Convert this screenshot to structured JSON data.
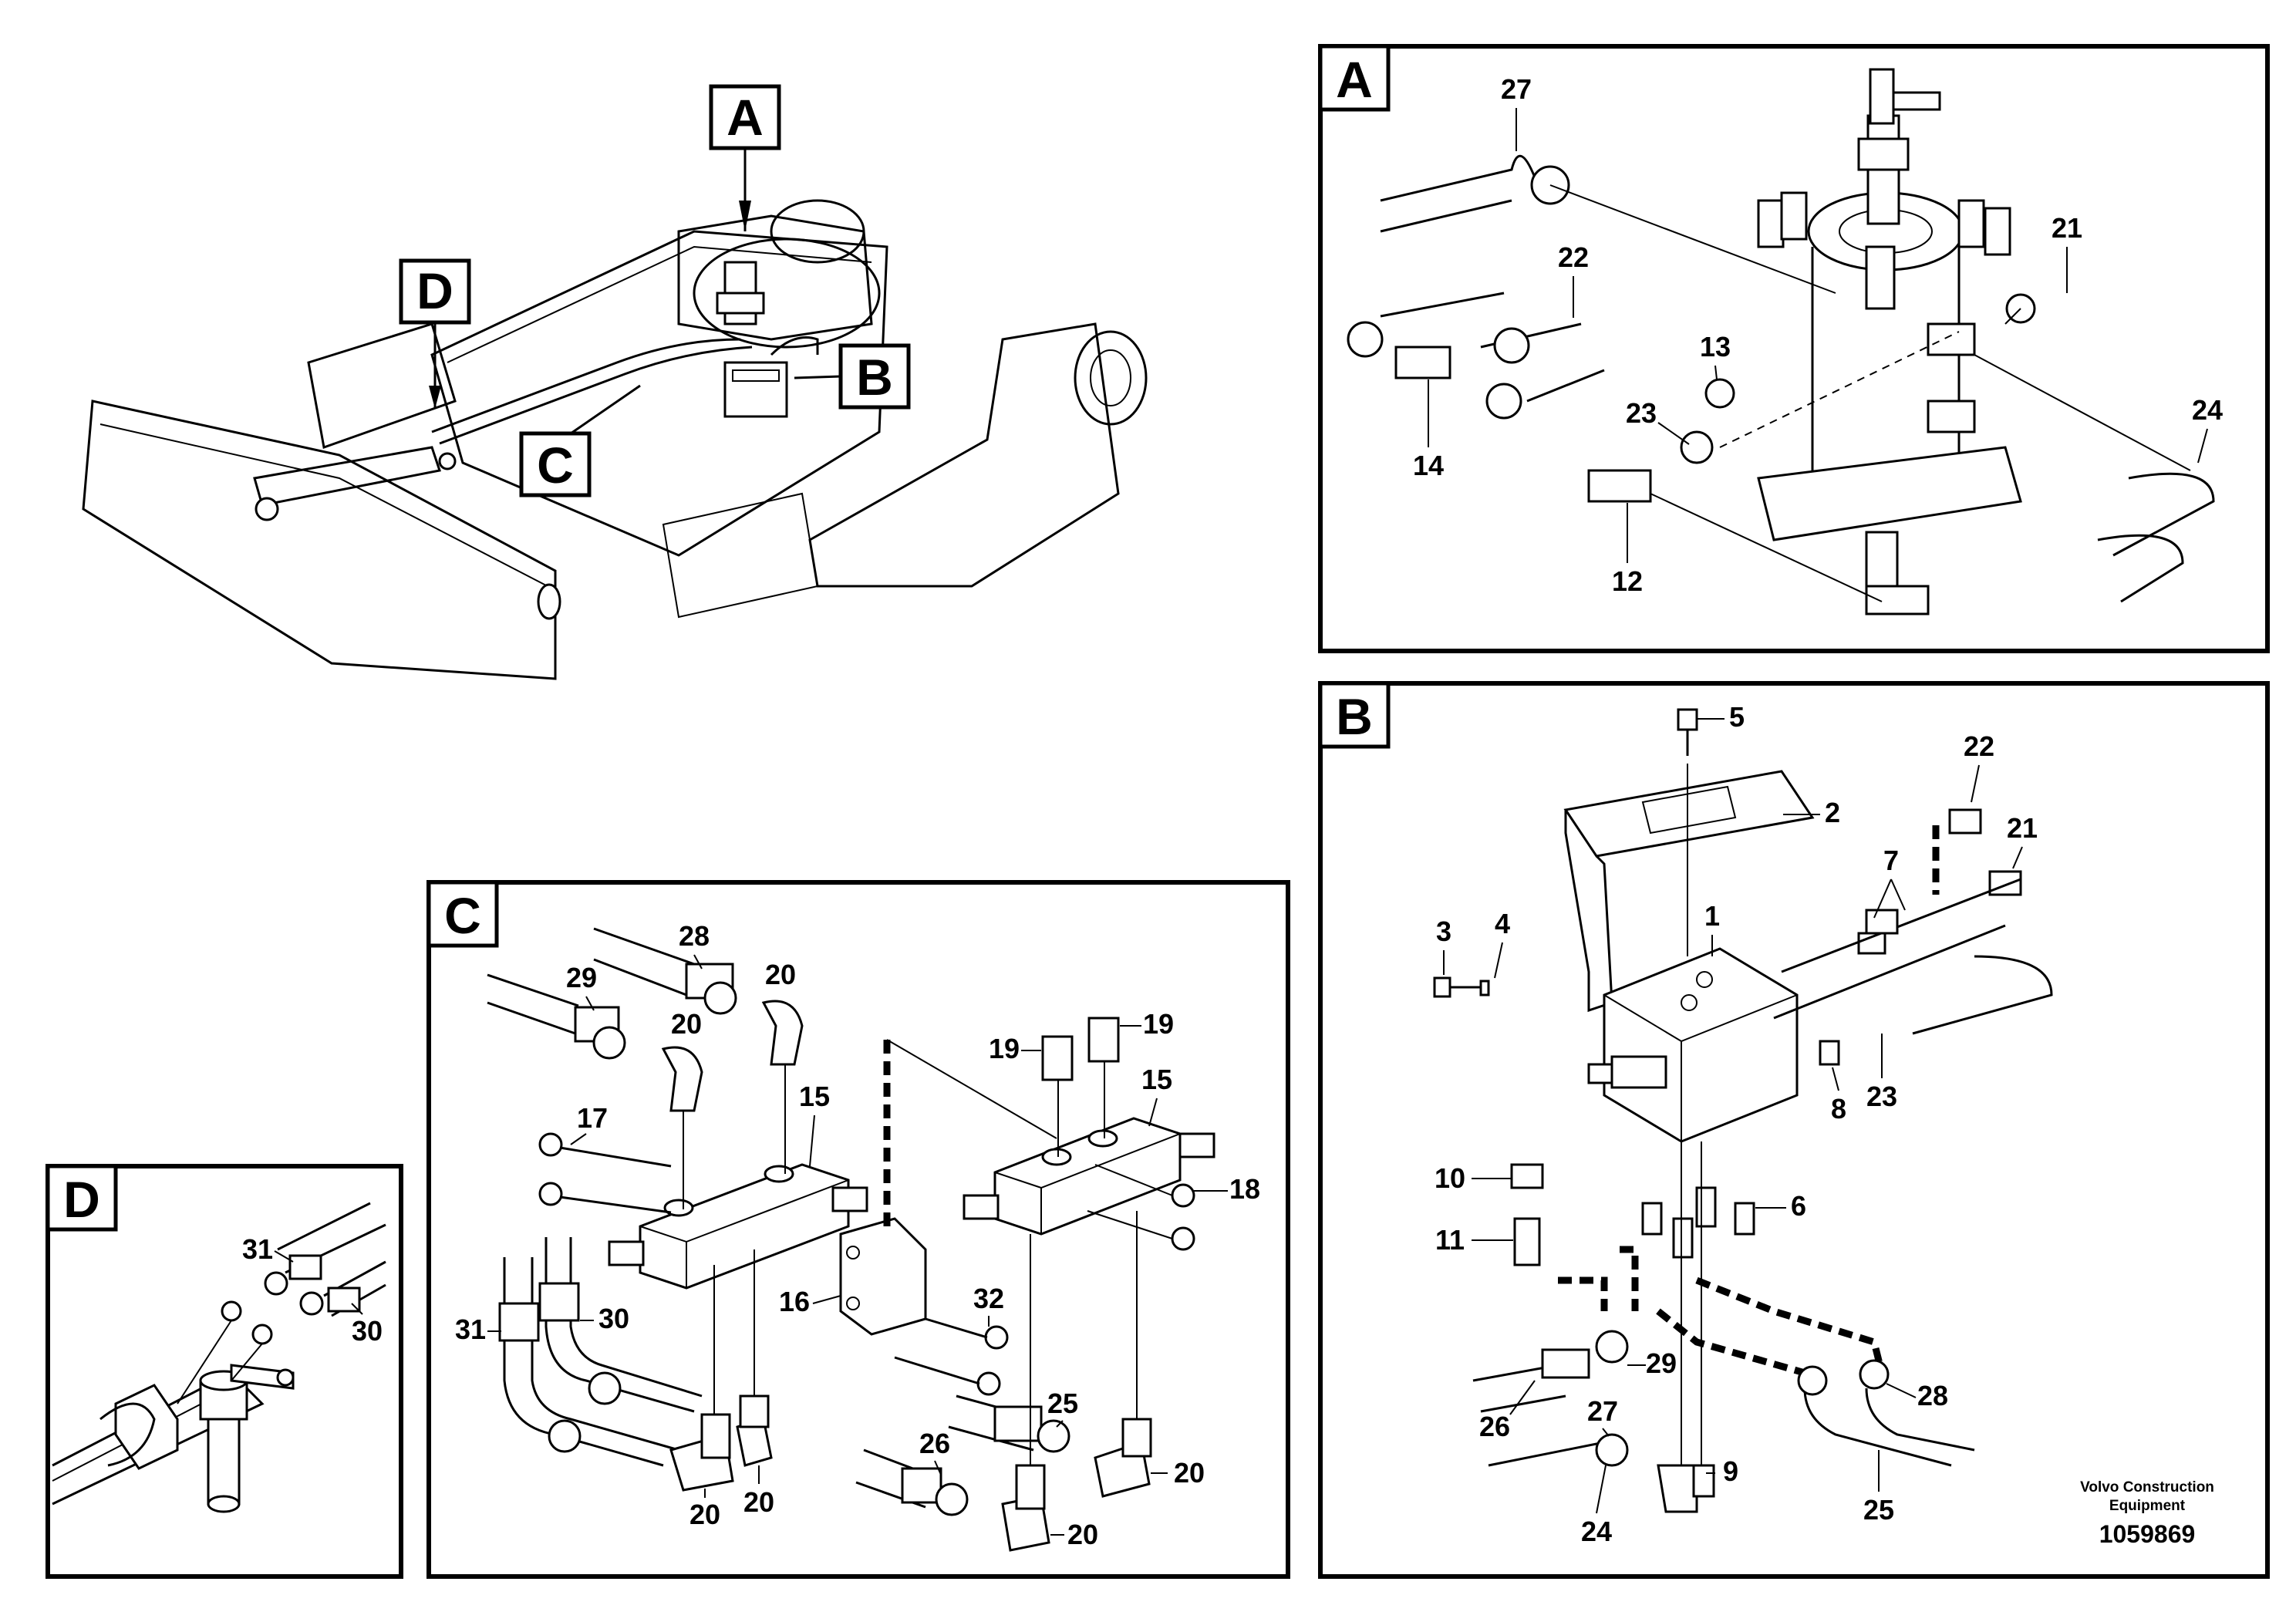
{
  "overview": {
    "callouts": {
      "a": "A",
      "b": "B",
      "c": "C",
      "d": "D"
    }
  },
  "panel_a": {
    "letter": "A",
    "parts": {
      "p27": "27",
      "p22": "22",
      "p21": "21",
      "p13": "13",
      "p23": "23",
      "p24": "24",
      "p14": "14",
      "p12": "12"
    }
  },
  "panel_b": {
    "letter": "B",
    "parts": {
      "p5": "5",
      "p2": "2",
      "p22": "22",
      "p21": "21",
      "p7": "7",
      "p1": "1",
      "p3": "3",
      "p4": "4",
      "p8": "8",
      "p23": "23",
      "p10": "10",
      "p6": "6",
      "p11": "11",
      "p29": "29",
      "p26": "26",
      "p27": "27",
      "p28": "28",
      "p9": "9",
      "p24": "24",
      "p25": "25"
    },
    "brand_line1": "Volvo Construction",
    "brand_line2": "Equipment",
    "drawing_number": "1059869"
  },
  "panel_c": {
    "letter": "C",
    "parts": {
      "p28": "28",
      "p29": "29",
      "p20a": "20",
      "p20b": "20",
      "p15a": "15",
      "p17": "17",
      "p19a": "19",
      "p19b": "19",
      "p15b": "15",
      "p18": "18",
      "p16": "16",
      "p32": "32",
      "p31": "31",
      "p30": "30",
      "p25": "25",
      "p26": "26",
      "p20c": "20",
      "p20d": "20",
      "p20e": "20",
      "p20f": "20"
    }
  },
  "panel_d": {
    "letter": "D",
    "parts": {
      "p31": "31",
      "p30": "30"
    }
  }
}
